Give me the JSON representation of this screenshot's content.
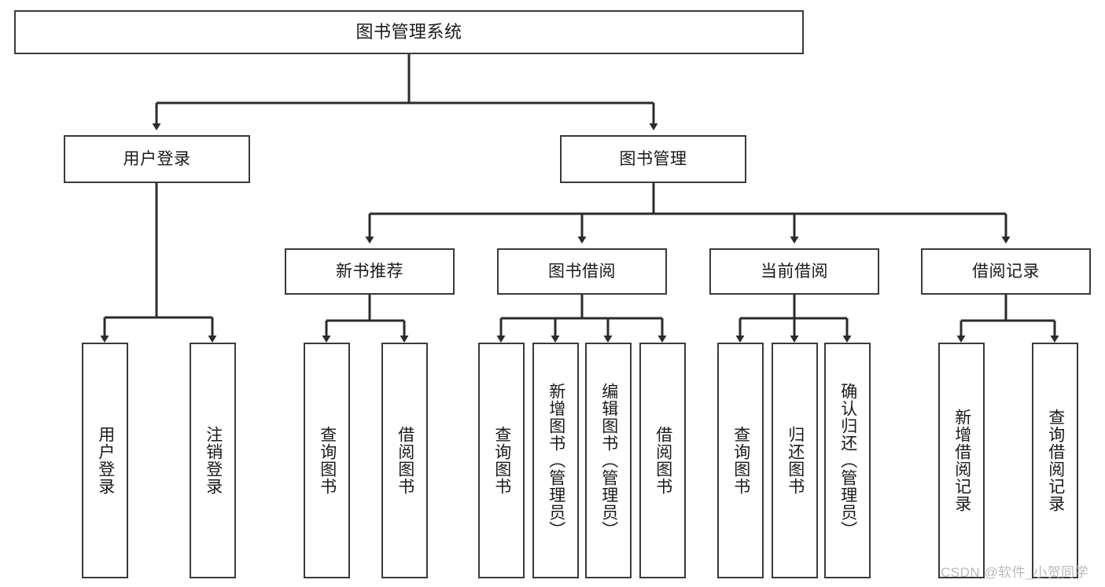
{
  "diagram": {
    "title": "图书管理系统",
    "type": "hierarchy-tree",
    "orientation": "top-down",
    "colors": {
      "background": "#ffffff",
      "node_border": "#3a3a3a",
      "node_fill": "#ffffff",
      "edge": "#2b2b2b",
      "text": "#1a1a1a",
      "watermark": "#b9b9b9"
    },
    "watermark": "CSDN @软件_小贺同学",
    "levels": {
      "level1": [
        "图书管理系统"
      ],
      "level2": [
        "用户登录",
        "图书管理"
      ],
      "level3": [
        "新书推荐",
        "图书借阅",
        "当前借阅",
        "借阅记录"
      ],
      "level4": [
        "用户登录",
        "注销登录",
        "查询图书",
        "借阅图书",
        "查询图书",
        "新增图书（管理员）",
        "编辑图书（管理员）",
        "借阅图书",
        "查询图书",
        "归还图书",
        "确认归还（管理员）",
        "新增借阅记录",
        "查询借阅记录"
      ]
    },
    "nodes": {
      "root": {
        "label": "图书管理系统"
      },
      "user_login": {
        "label": "用户登录"
      },
      "book_manage": {
        "label": "图书管理"
      },
      "new_book_rec": {
        "label": "新书推荐"
      },
      "book_borrow": {
        "label": "图书借阅"
      },
      "current_borrow": {
        "label": "当前借阅"
      },
      "borrow_record": {
        "label": "借阅记录"
      },
      "leaf_user_login": {
        "label": "用户登录"
      },
      "leaf_logout": {
        "label": "注销登录"
      },
      "leaf_query_book_a": {
        "label": "查询图书"
      },
      "leaf_borrow_book_a": {
        "label": "借阅图书"
      },
      "leaf_query_book_b": {
        "label": "查询图书"
      },
      "leaf_add_book": {
        "label": "新增图书（管理员）"
      },
      "leaf_edit_book": {
        "label": "编辑图书（管理员）"
      },
      "leaf_borrow_book_b": {
        "label": "借阅图书"
      },
      "leaf_query_book_c": {
        "label": "查询图书"
      },
      "leaf_return_book": {
        "label": "归还图书"
      },
      "leaf_confirm_return": {
        "label": "确认归还（管理员）"
      },
      "leaf_add_record": {
        "label": "新增借阅记录"
      },
      "leaf_query_record": {
        "label": "查询借阅记录"
      }
    }
  }
}
